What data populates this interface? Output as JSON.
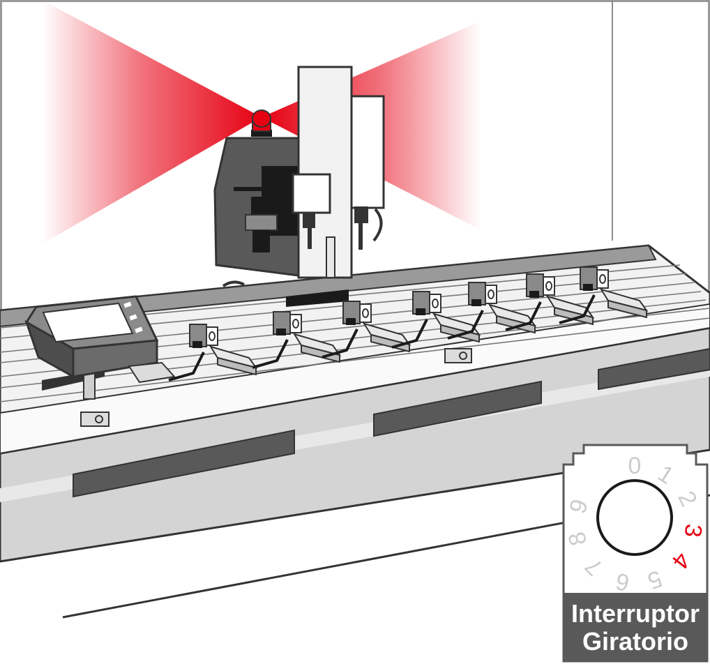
{
  "colors": {
    "beacon_light": "#e60012",
    "active_digit": "#e60012",
    "inactive_digit": "#cccccc",
    "machine_dark": "#595959",
    "machine_light": "#f2f2f2",
    "caption_bg": "#595959"
  },
  "rotary_switch": {
    "caption_line1": "Interruptor",
    "caption_line2": "Giratorio",
    "digits": [
      "0",
      "1",
      "2",
      "3",
      "4",
      "5",
      "6",
      "7",
      "8",
      "9"
    ],
    "active_digits": [
      "3",
      "4"
    ]
  },
  "icons": [
    "warning-beacon-icon",
    "control-panel-icon",
    "sensor-icon",
    "clamp-icon"
  ]
}
